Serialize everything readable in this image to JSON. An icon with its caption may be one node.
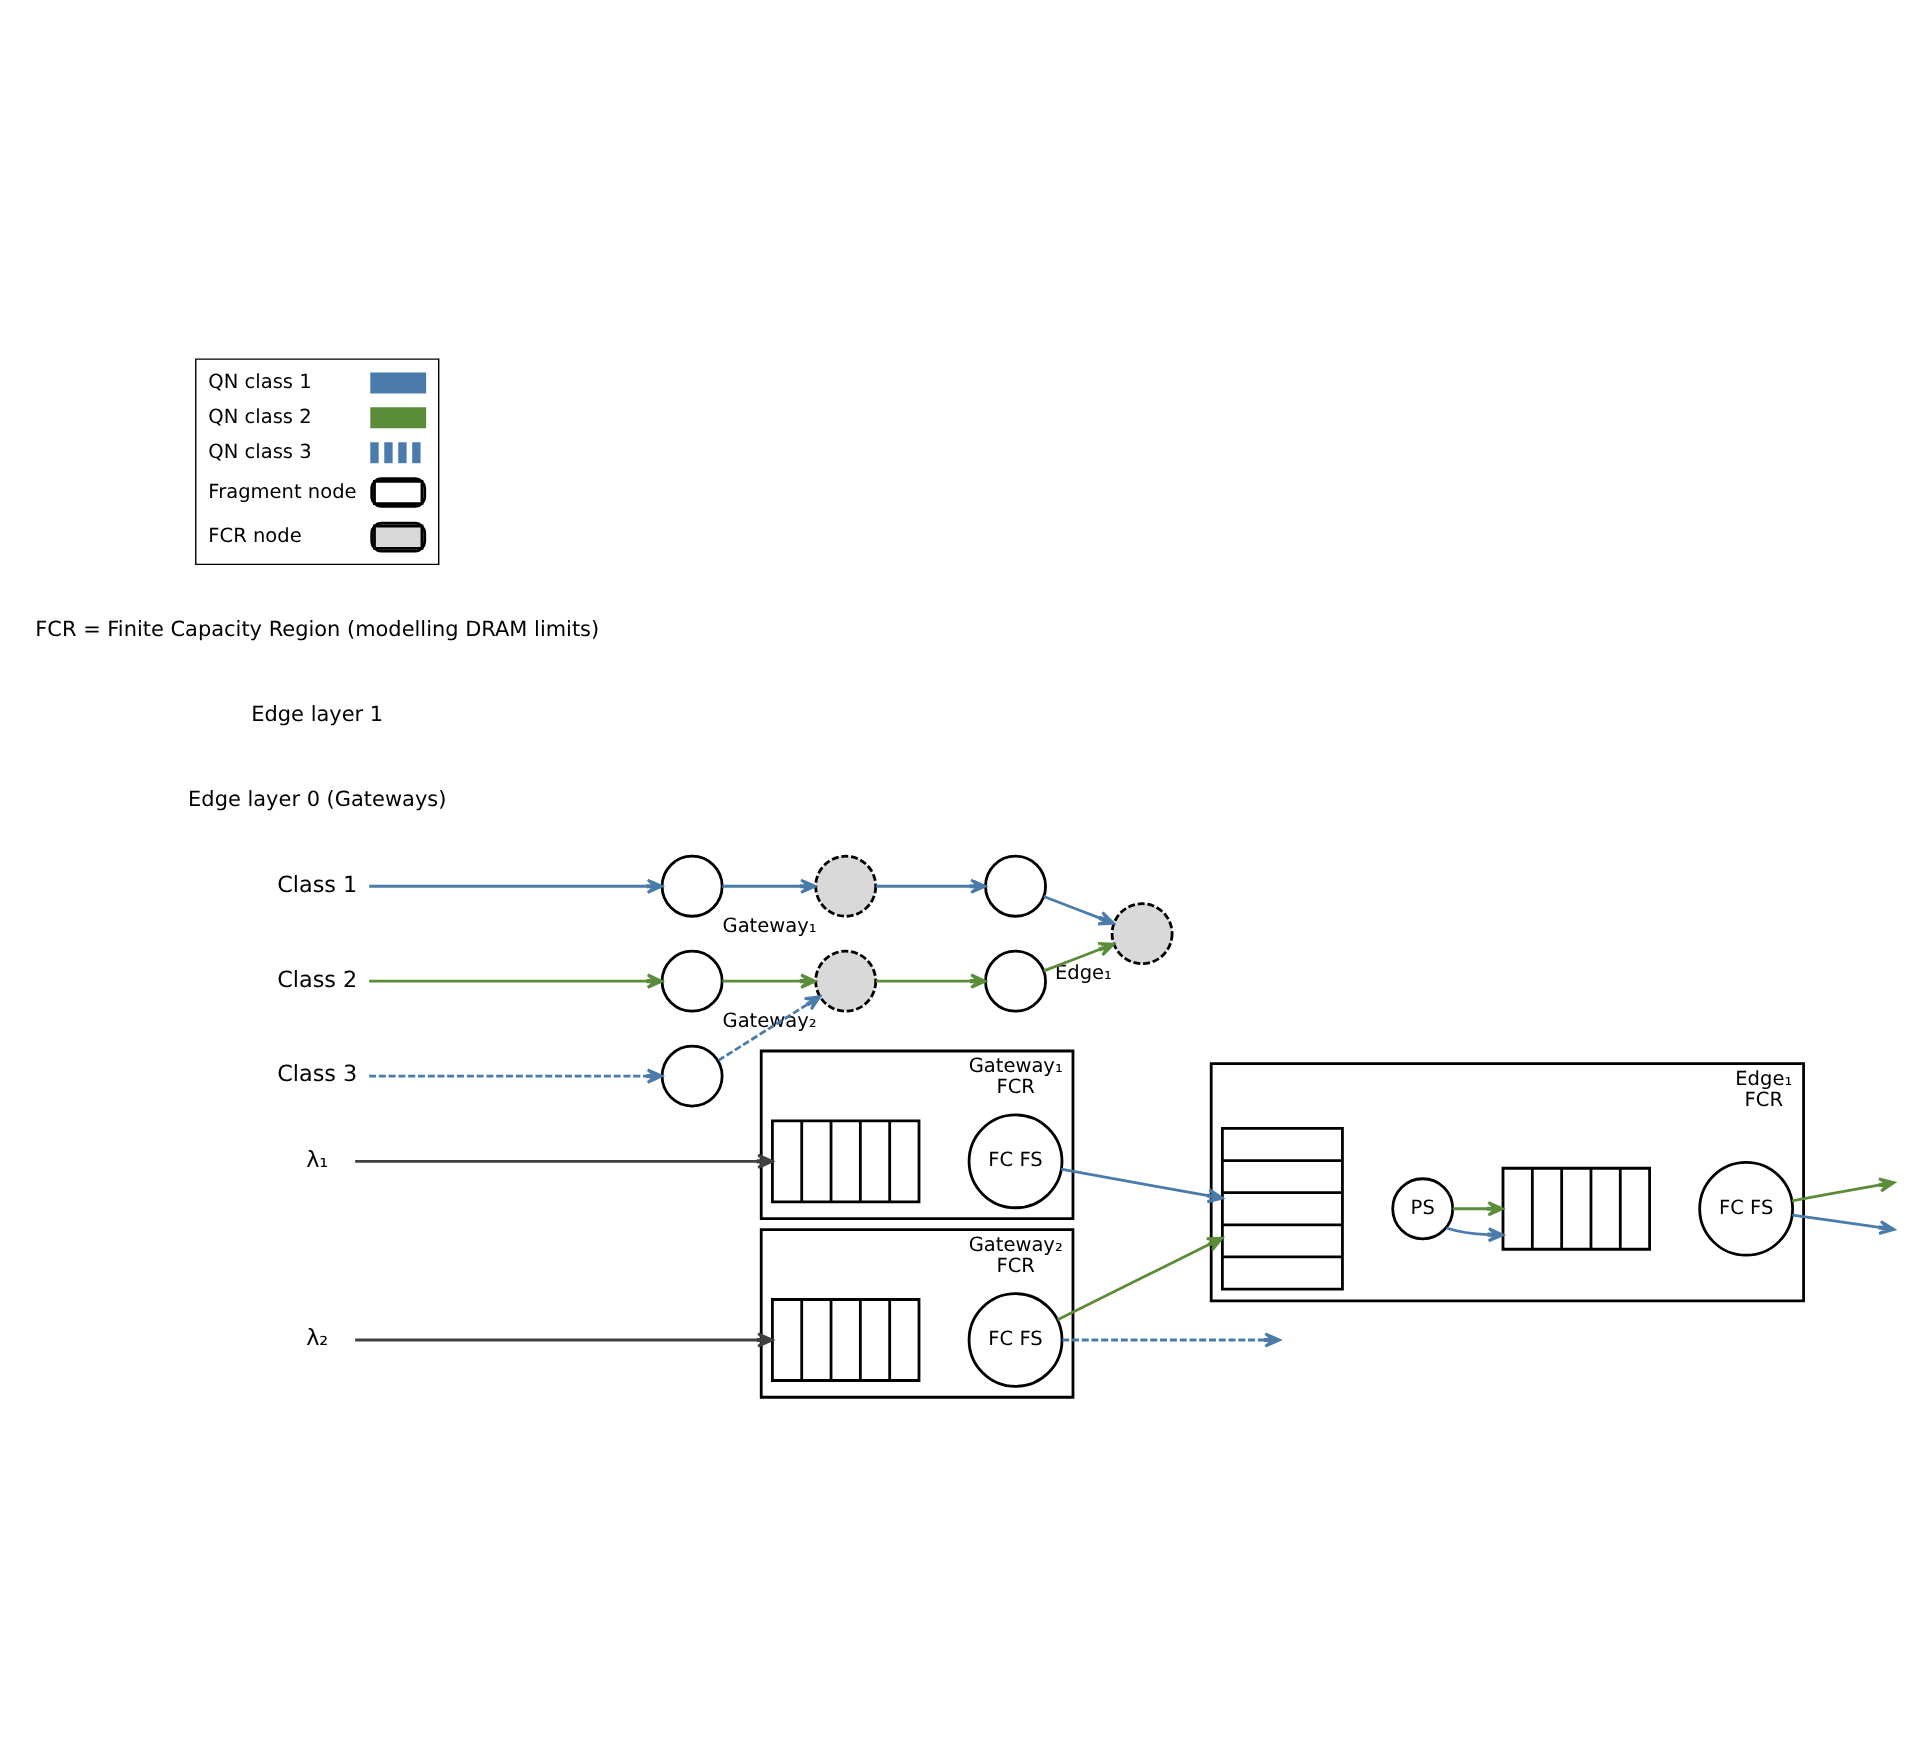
{
  "diagram": {
    "nodes": [
      {
        "text": [
          "λ₁"
        ]
      },
      {
        "text": [
          "Gateway₁",
          "FCR"
        ]
      },
      {
        "text": [],
        "shape": "queue",
        "in": 1
      },
      {
        "text": [
          "FC FS"
        ],
        "in": 1
      },
      {
        "text": [
          "λ₂"
        ]
      },
      {
        "text": [
          "Gateway₂",
          "FCR"
        ]
      },
      {
        "text": [],
        "shape": "queue",
        "in": 5
      },
      {
        "text": [
          "FC FS"
        ],
        "in": 5
      },
      {
        "text": [
          "Edge₁",
          "FCR"
        ]
      },
      {
        "text": [],
        "shape": "queue",
        "in": 8
      },
      {
        "text": [
          "PS"
        ],
        "in": 8
      },
      {
        "text": [],
        "shape": "queue",
        "in": 8
      },
      {
        "text": [
          "FC FS"
        ],
        "in": 8
      },
      {
        "text": [
          "Class 1"
        ]
      },
      {
        "text": [],
        "shape": "circle"
      },
      {
        "text": [],
        "shape": "circle",
        "beside": [
          "Gateway₁"
        ]
      },
      {
        "text": [],
        "shape": "circle"
      },
      {
        "text": [],
        "shape": "circle",
        "beside": [
          "Edge₁"
        ]
      },
      {
        "text": [
          "Class 2"
        ]
      },
      {
        "text": [],
        "shape": "circle"
      },
      {
        "text": [],
        "shape": "circle",
        "beside": [
          "Gateway₂"
        ]
      },
      {
        "text": [],
        "shape": "circle"
      },
      {
        "text": [
          "Class 3"
        ]
      },
      {
        "text": [],
        "shape": "circle"
      }
    ],
    "edges": [
      {
        "from": 0,
        "to": 2,
        "arrow": "to",
        "color": "#404040"
      },
      {
        "from": 4,
        "to": 6,
        "arrow": "to",
        "color": "#404040"
      },
      {
        "from": 3,
        "to": 9,
        "arrow": "to",
        "color": "#4a7bab"
      },
      {
        "from": 7,
        "to": 9,
        "arrow": "to",
        "color": "#5b8c3a"
      },
      {
        "from": 7,
        "to": null,
        "arrow": "to",
        "style": "dashed",
        "color": "#4a7bab"
      },
      {
        "from": 10,
        "to": 11,
        "arrow": "to",
        "color": "#4a7bab"
      },
      {
        "from": 10,
        "to": 11,
        "arrow": "to",
        "color": "#5b8c3a"
      },
      {
        "from": 12,
        "to": null,
        "arrow": "to",
        "color": "#5b8c3a"
      },
      {
        "from": 12,
        "to": null,
        "arrow": "to",
        "color": "#4a7bab"
      },
      {
        "from": 13,
        "to": 14,
        "arrow": "to",
        "color": "#4a7bab"
      },
      {
        "from": 14,
        "to": 15,
        "arrow": "to",
        "color": "#4a7bab"
      },
      {
        "from": 15,
        "to": 16,
        "arrow": "to",
        "color": "#4a7bab"
      },
      {
        "from": 16,
        "to": 17,
        "arrow": "to",
        "color": "#4a7bab"
      },
      {
        "from": 18,
        "to": 19,
        "arrow": "to",
        "color": "#5b8c3a"
      },
      {
        "from": 19,
        "to": 20,
        "arrow": "to",
        "color": "#5b8c3a"
      },
      {
        "from": 20,
        "to": 21,
        "arrow": "to",
        "color": "#5b8c3a"
      },
      {
        "from": 21,
        "to": 17,
        "arrow": "to",
        "color": "#5b8c3a"
      },
      {
        "from": 22,
        "to": 23,
        "arrow": "to",
        "style": "dashed",
        "color": "#4a7bab"
      },
      {
        "from": 23,
        "to": 20,
        "arrow": "to",
        "style": "dashed",
        "color": "#4a7bab"
      }
    ],
    "labels": [
      "Edge layer 0 (Gateways)",
      "Edge layer 1",
      "FCR = Finite Capacity Region (modelling DRAM limits)"
    ],
    "legend": [
      {
        "text": "QN class 1"
      },
      {
        "text": "QN class 2"
      },
      {
        "text": "QN class 3"
      },
      {
        "text": "Fragment node"
      },
      {
        "text": "FCR node"
      }
    ]
  }
}
